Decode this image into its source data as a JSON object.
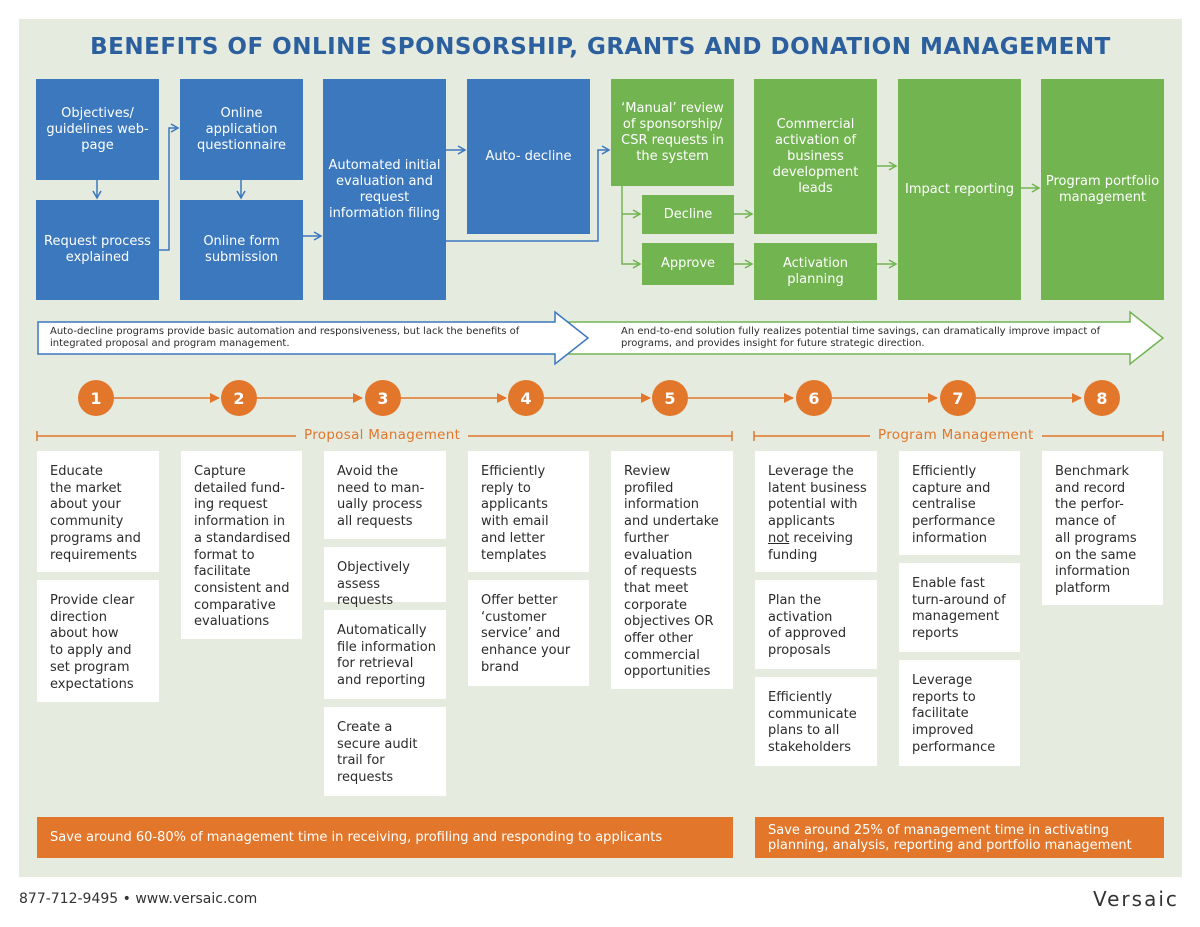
{
  "title": "BENEFITS OF ONLINE SPONSORSHIP, GRANTS AND DONATION MANAGEMENT",
  "flow": {
    "objectives": "Objectives/ guidelines web-page",
    "request_process": "Request process explained",
    "online_questionnaire": "Online application questionnaire",
    "online_form": "Online form submission",
    "automated_eval": "Automated initial evaluation and request information filing",
    "auto_decline": "Auto- decline",
    "manual_review": "‘Manual’ review of sponsorship/ CSR requests in the system",
    "decline": "Decline",
    "approve": "Approve",
    "commercial_activation": "Commercial activation of business development leads",
    "activation_planning": "Activation planning",
    "impact_reporting": "Impact reporting",
    "portfolio_management": "Program portfolio management"
  },
  "banners": {
    "left": "Auto-decline programs provide basic automation and responsiveness, but lack the benefits of integrated proposal and program management.",
    "right": "An end-to-end solution fully realizes potential time savings, can dramatically improve impact of programs, and provides insight for future strategic direction."
  },
  "steps": [
    "1",
    "2",
    "3",
    "4",
    "5",
    "6",
    "7",
    "8"
  ],
  "sections": {
    "proposal": "Proposal Management",
    "program": "Program Management"
  },
  "cards": {
    "c1a": "Educate\nthe market\nabout your\ncommunity\nprograms and\nrequirements",
    "c1b": "Provide clear\ndirection\nabout how\nto apply and\nset program\nexpectations",
    "c2a": "Capture\ndetailed fund-\ning request\ninformation in\na standardised\nformat to\nfacilitate\nconsistent and\ncomparative\nevaluations",
    "c3a": "Avoid the\nneed to man-\nually process\nall requests",
    "c3b": "Objectively\nassess requests",
    "c3c": "Automatically\nfile information\nfor retrieval\nand reporting",
    "c3d": "Create a\nsecure audit\ntrail for\nrequests",
    "c4a": "Efficiently\nreply to\napplicants\nwith email\nand letter\ntemplates",
    "c4b": "Offer better\n‘customer\nservice’ and\nenhance your\nbrand",
    "c5a": "Review\nprofiled\ninformation\nand undertake\nfurther\nevaluation\nof requests\nthat meet\ncorporate\nobjectives OR\noffer other\ncommercial\nopportunities",
    "c6a_pre": "Leverage the\nlatent business\npotential with\napplicants\n",
    "c6a_not": "not",
    "c6a_post": " receiving\nfunding",
    "c6b": "Plan the\nactivation\nof approved\nproposals",
    "c6c": "Efficiently\ncommunicate\nplans to all\nstakeholders",
    "c7a": "Efficiently\ncapture and\ncentralise\nperformance\ninformation",
    "c7b": "Enable fast\nturn-around of\nmanagement\nreports",
    "c7c": "Leverage\nreports to\nfacilitate\nimproved\nperformance",
    "c8a": "Benchmark\nand record\nthe perfor-\nmance of\nall programs\non the same\ninformation\nplatform"
  },
  "savings": {
    "left": "Save around 60-80% of management time in receiving, profiling and responding to applicants",
    "right": "Save around 25% of management time in activating planning, analysis, reporting and portfolio management"
  },
  "footer": {
    "contact": "877-712-9495 • www.versaic.com",
    "logo": "Versaic"
  },
  "colors": {
    "blue": "#3b78be",
    "green": "#72b450",
    "orange": "#e2762b",
    "title": "#2c5f9e",
    "panel": "#e6ebe0"
  }
}
